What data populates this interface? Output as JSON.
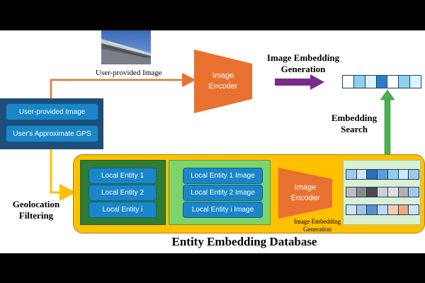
{
  "labels": {
    "user_provided_image": "User-provided Image",
    "image_encoder_top": "Image\nEncoder",
    "image_embedding_generation_top": "Image Embedding\nGeneration",
    "embedding_search": "Embedding\nSearch",
    "geolocation_filtering": "Geolocation\nFiltering",
    "image_encoder_bottom": "Image\nEncoder",
    "image_embedding_generation_bottom": "Image Embedding\nGeneration",
    "entity_embedding_database": "Entity Embedding Database"
  },
  "user_inputs": [
    "User-provided Image",
    "User's Approximate GPS"
  ],
  "local_entities": [
    "Local Entity 1",
    "Local Entity 2",
    "Local Entity i"
  ],
  "local_entity_images": [
    "Local Entity 1 Image",
    "Local Entity 2 Image",
    "Local Entity i Image"
  ],
  "colors": {
    "encoder": "#e97130",
    "user_panel": "#1e4e79",
    "db_panel": "#ffc000",
    "entities_panel": "#2e7d32",
    "images_panel": "#7fd36b",
    "embeddings_panel": "#d9f0d3",
    "purple_arrow": "#7b2c8b",
    "green_arrow": "#4caf50",
    "orange_arrow": "#e97130",
    "yellow_arrow": "#ffc000"
  },
  "query_embedding_colors": [
    "#ffffff",
    "#8fd0f0",
    "#dff3fb",
    "#2a7fc4",
    "#ffffff",
    "#8fd0f0",
    "#dff3fb"
  ],
  "entity_embedding_rows": [
    [
      "#9ec9ea",
      "#cfe8f6",
      "#2a6fb8",
      "#5aa0d8",
      "#8fd0f0",
      "#cfe8f6",
      "#9ec9ea"
    ],
    [
      "#bdbdbd",
      "#8a8a8a",
      "#4a4a4a",
      "#d0d0d0",
      "#e0e0e0",
      "#b0b0b0",
      "#a8c8e8"
    ],
    [
      "#cfe3f2",
      "#9fc6e6",
      "#5a90c8",
      "#bcd9f0",
      "#f5cbb0",
      "#f0a878",
      "#cfe3f2"
    ]
  ]
}
